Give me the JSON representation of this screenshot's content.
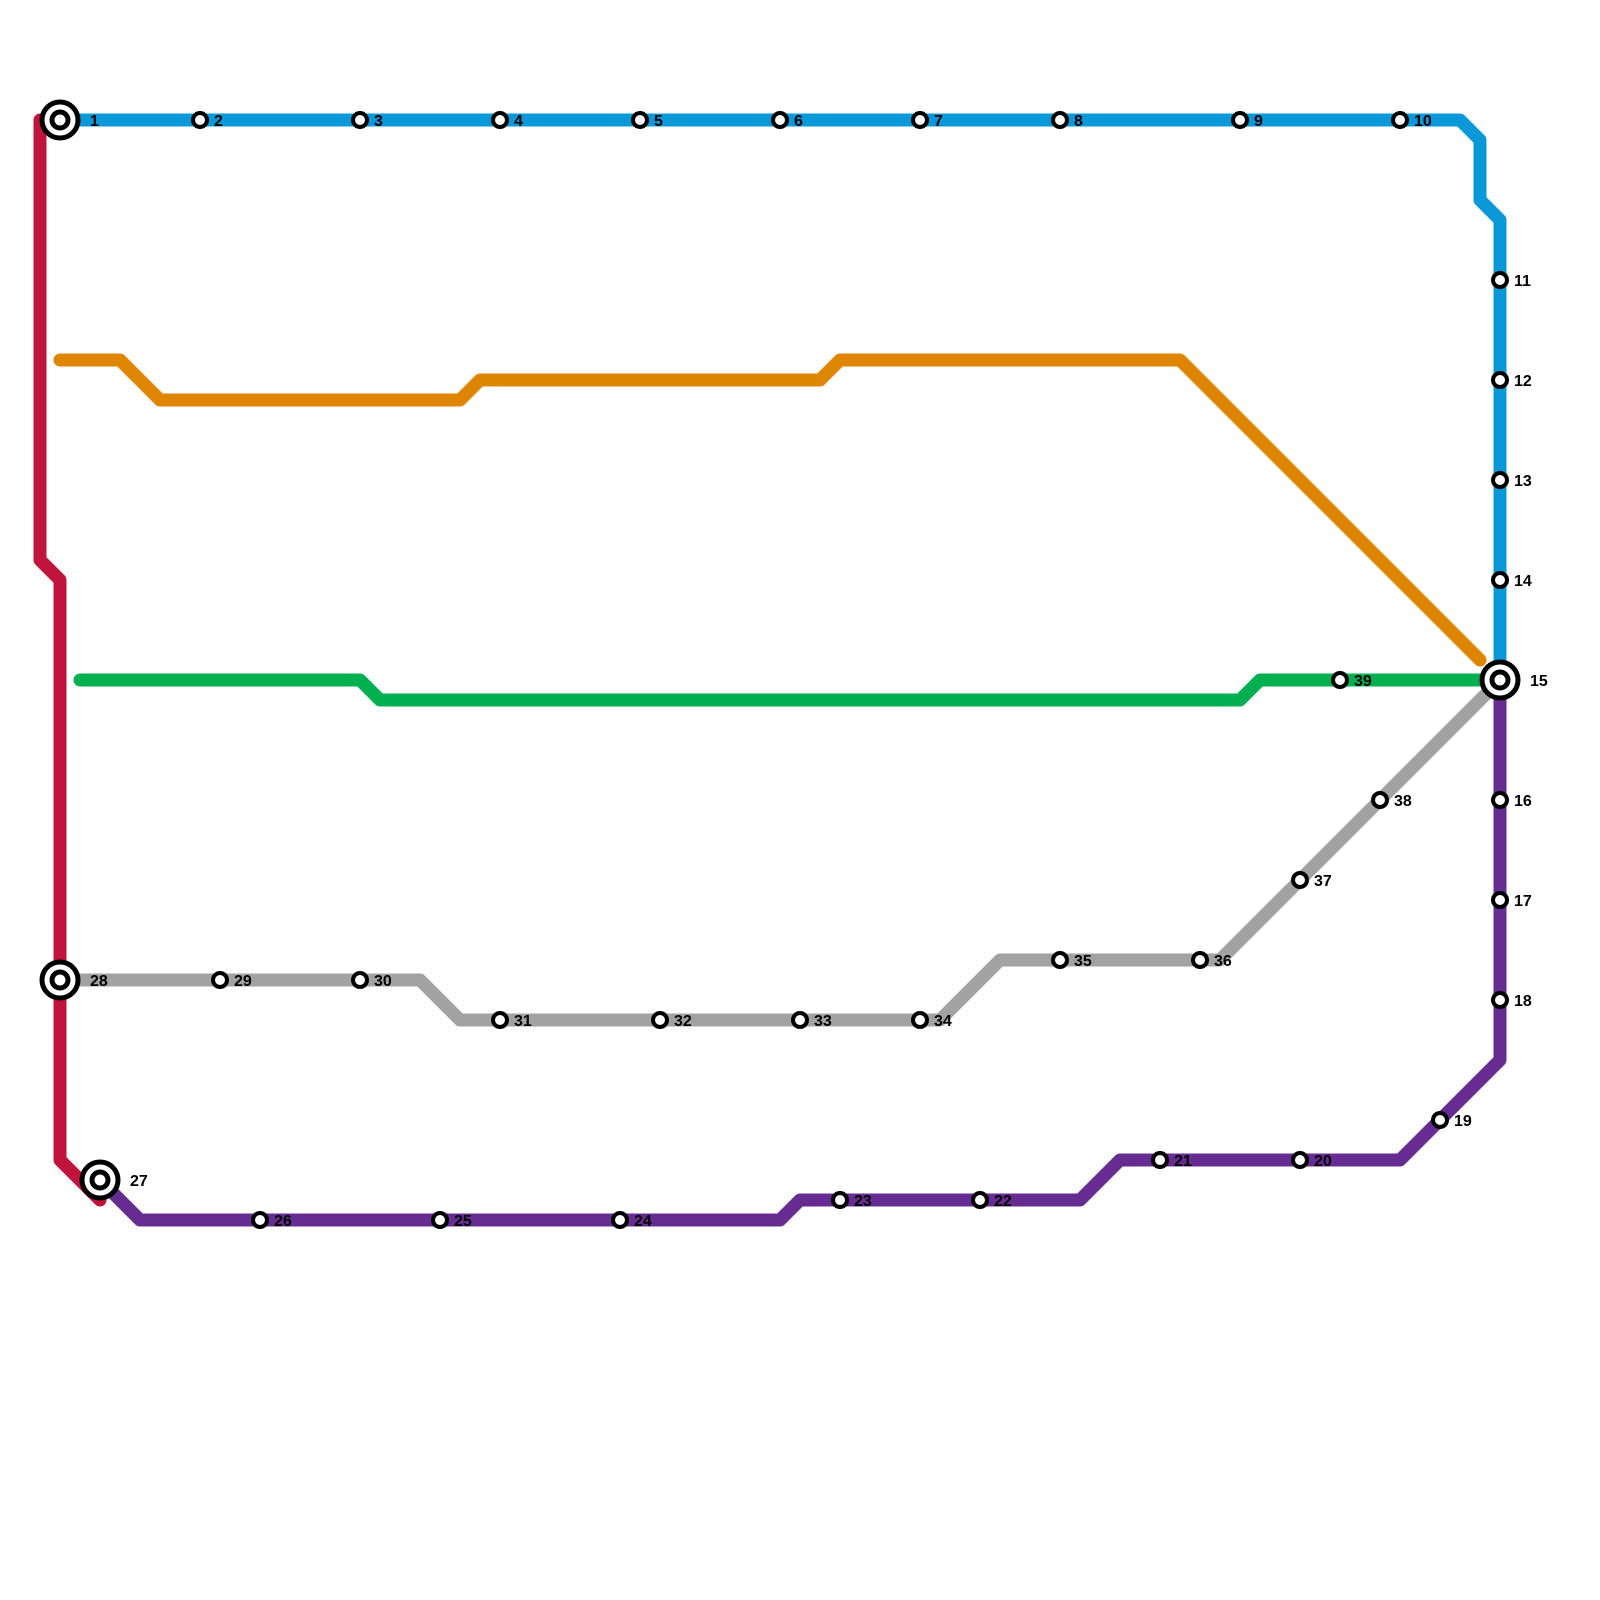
{
  "colors": {
    "red": "#c0143c",
    "blue": "#0a98d8",
    "orange": "#df8600",
    "green": "#00b050",
    "gray": "#a2a2a2",
    "purple": "#662c91",
    "station_stroke": "#000000",
    "station_fill": "#ffffff"
  },
  "lines": [
    {
      "id": "red",
      "color": "#c0143c"
    },
    {
      "id": "blue",
      "color": "#0a98d8"
    },
    {
      "id": "orange",
      "color": "#df8600"
    },
    {
      "id": "green",
      "color": "#00b050"
    },
    {
      "id": "gray",
      "color": "#a2a2a2"
    },
    {
      "id": "purple",
      "color": "#662c91"
    }
  ],
  "stations": [
    {
      "label": "1",
      "interchange": true
    },
    {
      "label": "2",
      "interchange": false
    },
    {
      "label": "3",
      "interchange": false
    },
    {
      "label": "4",
      "interchange": false
    },
    {
      "label": "5",
      "interchange": false
    },
    {
      "label": "6",
      "interchange": false
    },
    {
      "label": "7",
      "interchange": false
    },
    {
      "label": "8",
      "interchange": false
    },
    {
      "label": "9",
      "interchange": false
    },
    {
      "label": "10",
      "interchange": false
    },
    {
      "label": "11",
      "interchange": false
    },
    {
      "label": "12",
      "interchange": false
    },
    {
      "label": "13",
      "interchange": false
    },
    {
      "label": "14",
      "interchange": false
    },
    {
      "label": "15",
      "interchange": true
    },
    {
      "label": "16",
      "interchange": false
    },
    {
      "label": "17",
      "interchange": false
    },
    {
      "label": "18",
      "interchange": false
    },
    {
      "label": "19",
      "interchange": false
    },
    {
      "label": "20",
      "interchange": false
    },
    {
      "label": "21",
      "interchange": false
    },
    {
      "label": "22",
      "interchange": false
    },
    {
      "label": "23",
      "interchange": false
    },
    {
      "label": "24",
      "interchange": false
    },
    {
      "label": "25",
      "interchange": false
    },
    {
      "label": "26",
      "interchange": false
    },
    {
      "label": "27",
      "interchange": true
    },
    {
      "label": "28",
      "interchange": true
    },
    {
      "label": "29",
      "interchange": false
    },
    {
      "label": "30",
      "interchange": false
    },
    {
      "label": "31",
      "interchange": false
    },
    {
      "label": "32",
      "interchange": false
    },
    {
      "label": "33",
      "interchange": false
    },
    {
      "label": "34",
      "interchange": false
    },
    {
      "label": "35",
      "interchange": false
    },
    {
      "label": "36",
      "interchange": false
    },
    {
      "label": "37",
      "interchange": false
    },
    {
      "label": "38",
      "interchange": false
    },
    {
      "label": "39",
      "interchange": false
    }
  ]
}
